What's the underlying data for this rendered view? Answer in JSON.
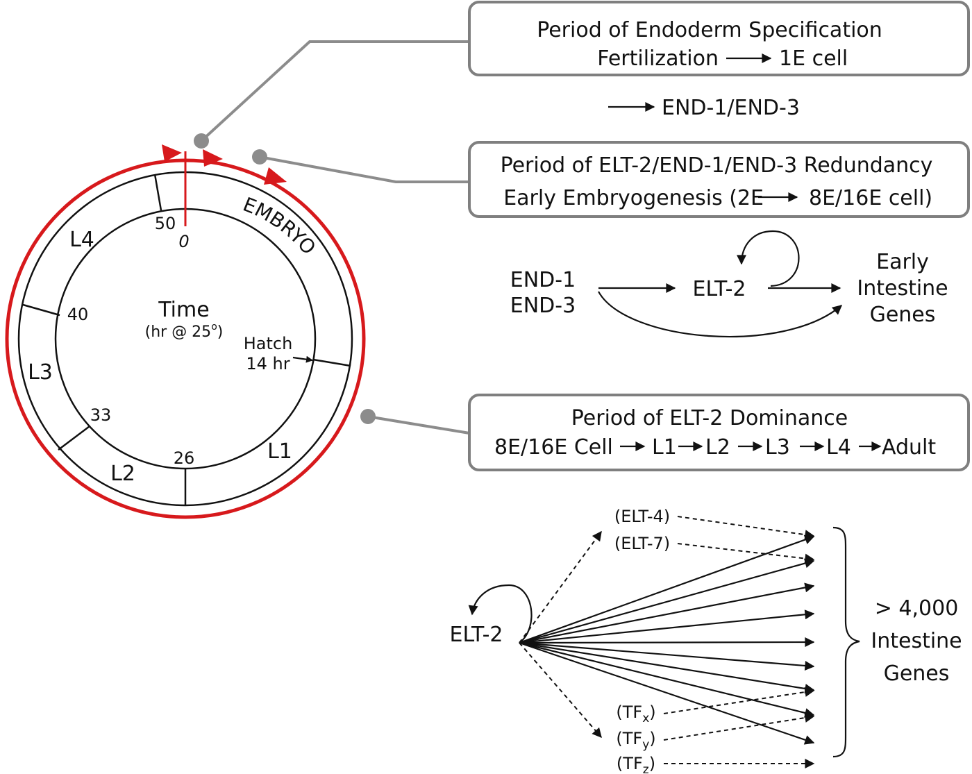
{
  "cycle": {
    "center_title": "Time",
    "center_sub": "(hr @ 25",
    "center_sub_deg": "o",
    "center_sub_end": ")",
    "hatch": "Hatch",
    "hatch_time": "14 hr",
    "embryo_label": "EMBRYO",
    "stages": {
      "l1": "L1",
      "l2": "L2",
      "l3": "L3",
      "l4": "L4"
    },
    "times": {
      "t0": "0",
      "t26": "26",
      "t33": "33",
      "t40": "40",
      "t50": "50"
    },
    "red_color": "#d7191c"
  },
  "box1": {
    "line1": "Period of Endoderm Specification",
    "line2a": "Fertilization",
    "line2b": "1E cell"
  },
  "mid1": {
    "text": "END-1/END-3"
  },
  "box2": {
    "line1": "Period of ELT-2/END-1/END-3 Redundancy",
    "line2a": "Early Embryogenesis (2E",
    "line2b": "8E/16E cell)"
  },
  "net1": {
    "end1": "END-1",
    "end3": "END-3",
    "elt2": "ELT-2",
    "early": "Early",
    "intestine": "Intestine",
    "genes": "Genes"
  },
  "box3": {
    "line1": "Period of ELT-2 Dominance",
    "s0": "8E/16E Cell",
    "s1": "L1",
    "s2": "L2",
    "s3": "L3",
    "s4": "L4",
    "s5": "Adult"
  },
  "net2": {
    "elt2": "ELT-2",
    "elt4": "(ELT-4)",
    "elt7": "(ELT-7)",
    "tfx": "(TF",
    "tfx_sub": "x",
    "tfx_end": ")",
    "tfy": "(TF",
    "tfy_sub": "y",
    "tfy_end": ")",
    "tfz": "(TF",
    "tfz_sub": "z",
    "tfz_end": ")",
    "count": "> 4,000",
    "intestine": "Intestine",
    "genes": "Genes"
  },
  "colors": {
    "box_border": "#7f7f7f",
    "connector": "#8c8c8c",
    "ink": "#111111"
  }
}
